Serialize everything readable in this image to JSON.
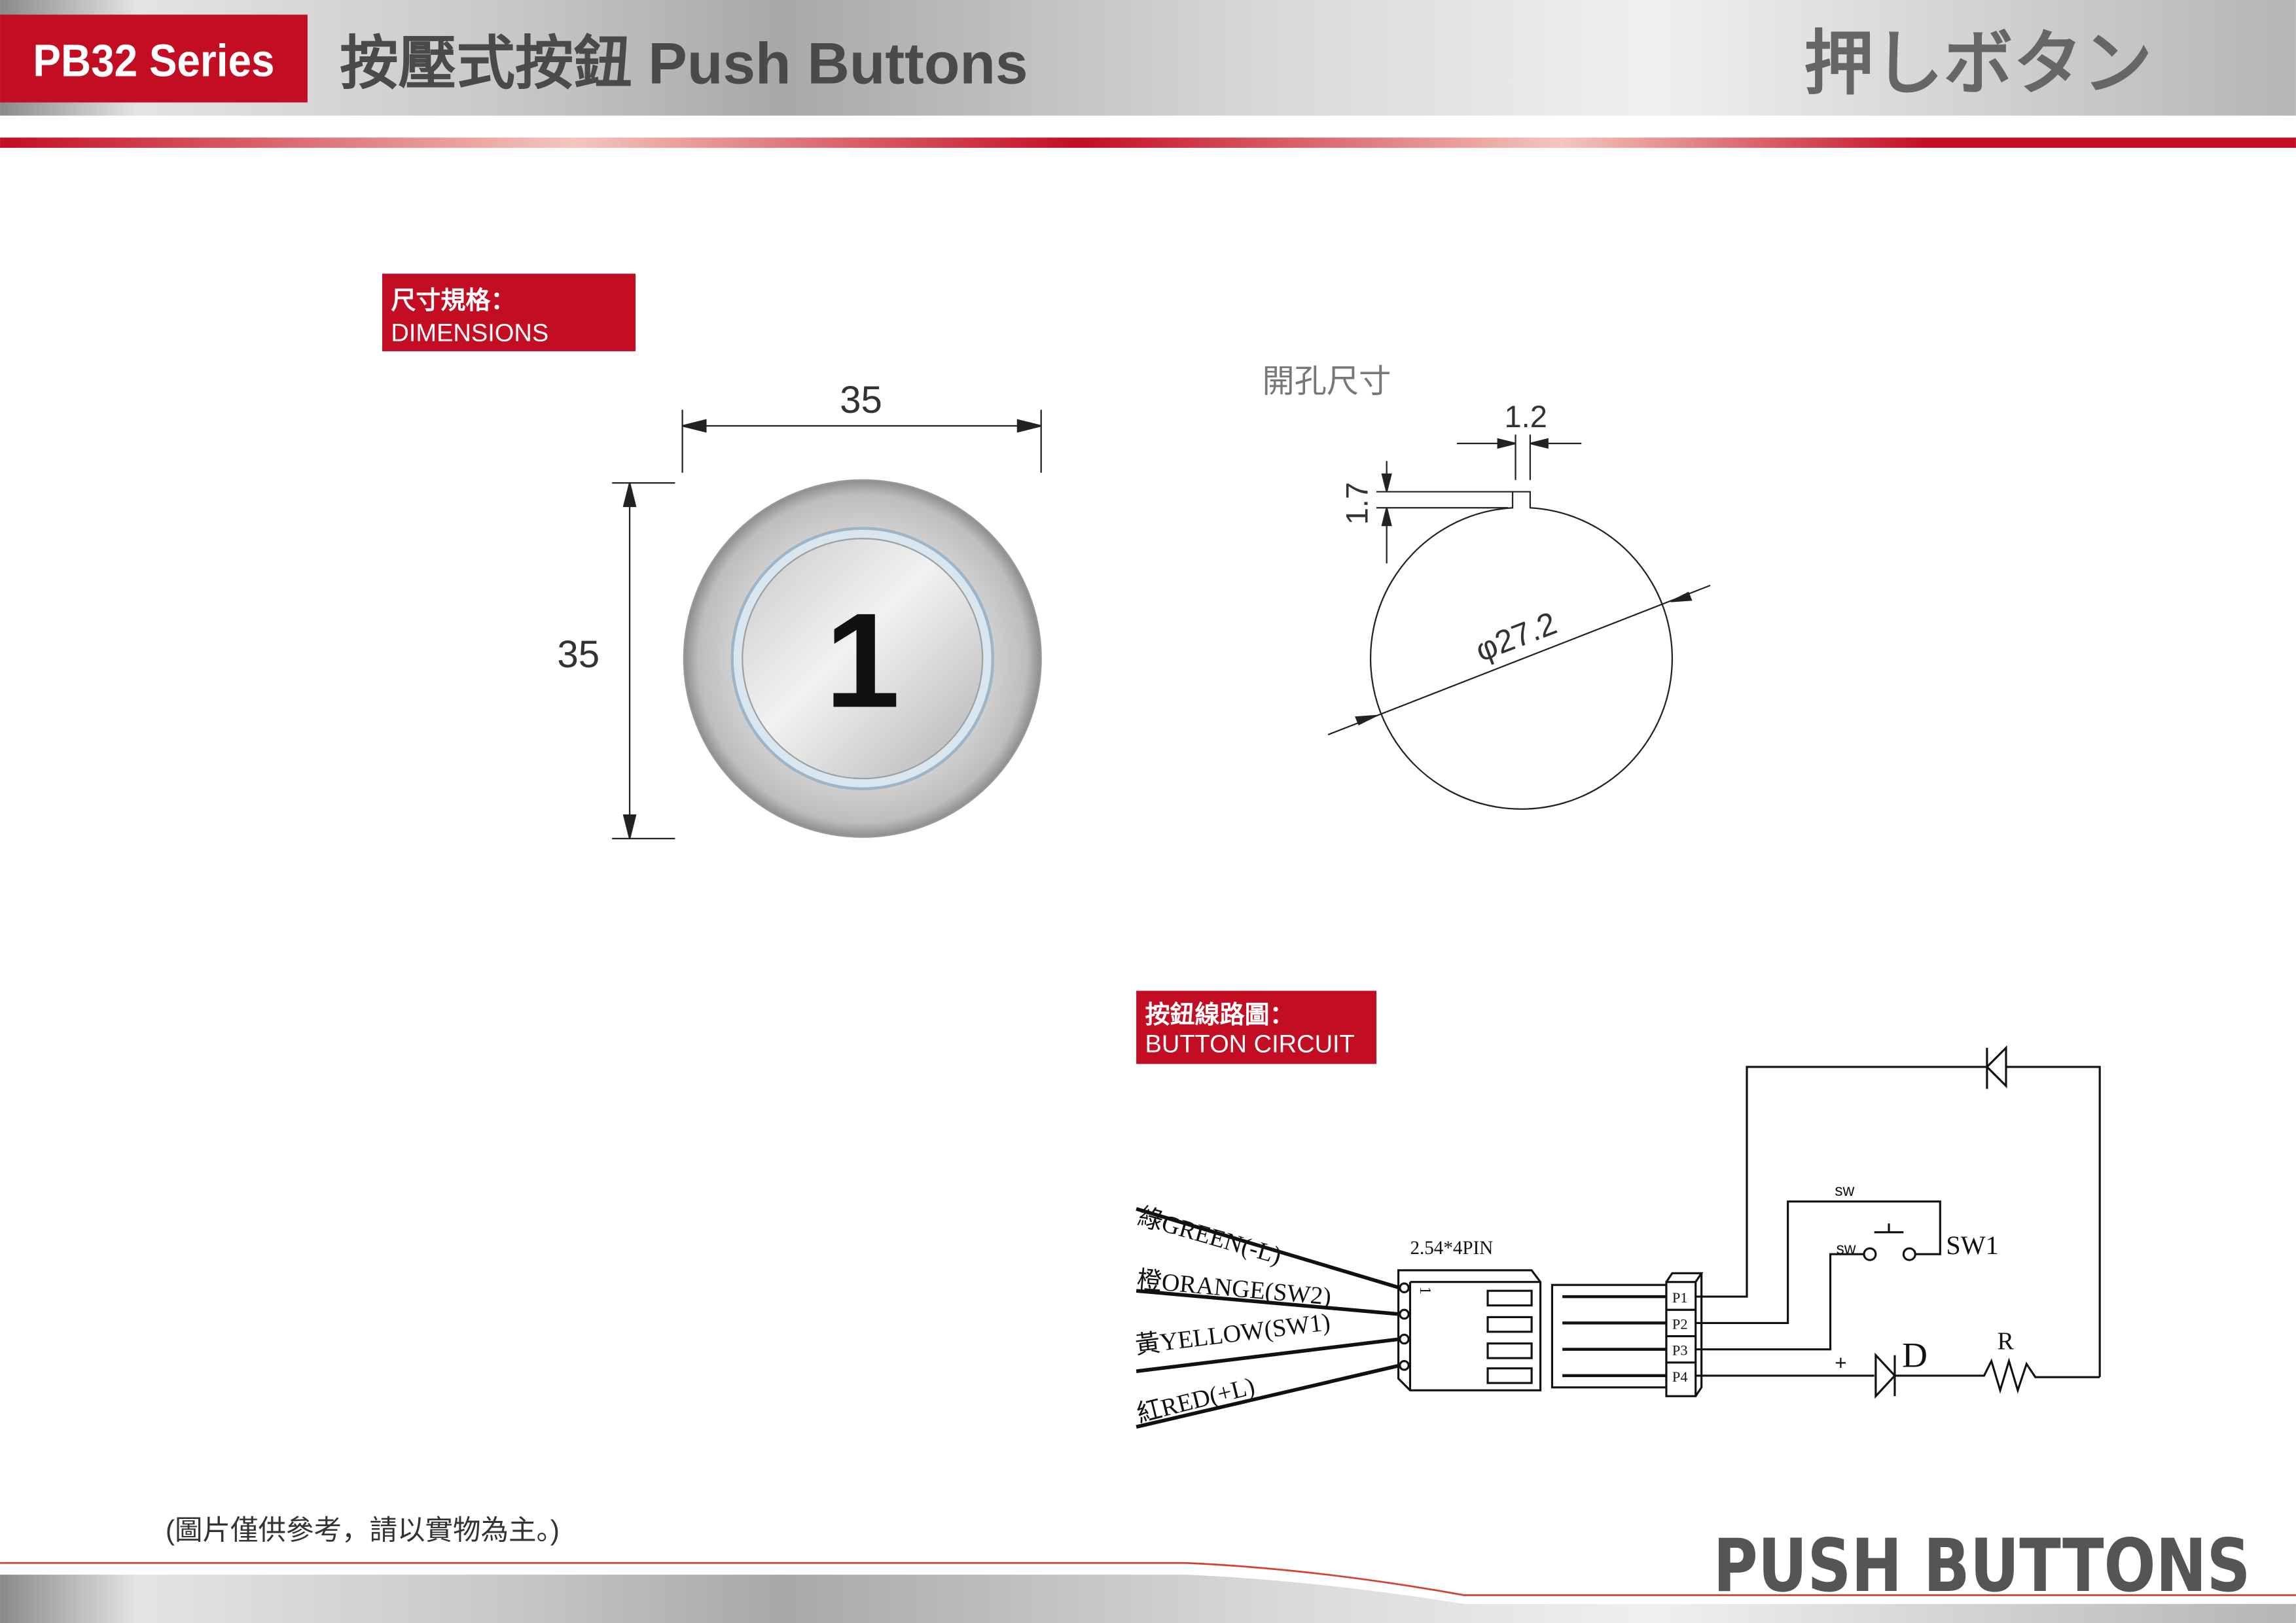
{
  "header": {
    "series_badge": "PB32 Series",
    "title": "按壓式按鈕 Push Buttons",
    "japanese_title": "押しボタン"
  },
  "dimensions": {
    "label_zh": "尺寸規格：",
    "label_en": "DIMENSIONS",
    "width": "35",
    "height": "35",
    "button_number": "1"
  },
  "cutout": {
    "title": "開孔尺寸",
    "notch_width": "1.2",
    "notch_depth": "1.7",
    "diameter": "φ27.2"
  },
  "circuit": {
    "label_zh": "按鈕線路圖：",
    "label_en": "BUTTON CIRCUIT",
    "wires": [
      "綠GREEN(-L)",
      "橙ORANGE(SW2)",
      "黃YELLOW(SW1)",
      "紅RED(+L)"
    ],
    "connector": "2.54*4PIN",
    "pin_one": "1",
    "pins": [
      "P1",
      "P2",
      "P3",
      "P4"
    ],
    "sw_top": "sw",
    "sw_contact": "sw",
    "switch": "SW1",
    "plus": "+",
    "diode": "D",
    "resistor": "R"
  },
  "footer": {
    "note": "(圖片僅供參考，請以實物為主。)",
    "brand": "PUSH BUTTONS"
  },
  "colors": {
    "brand_red": "#c30d23",
    "gray_text": "#555555"
  }
}
